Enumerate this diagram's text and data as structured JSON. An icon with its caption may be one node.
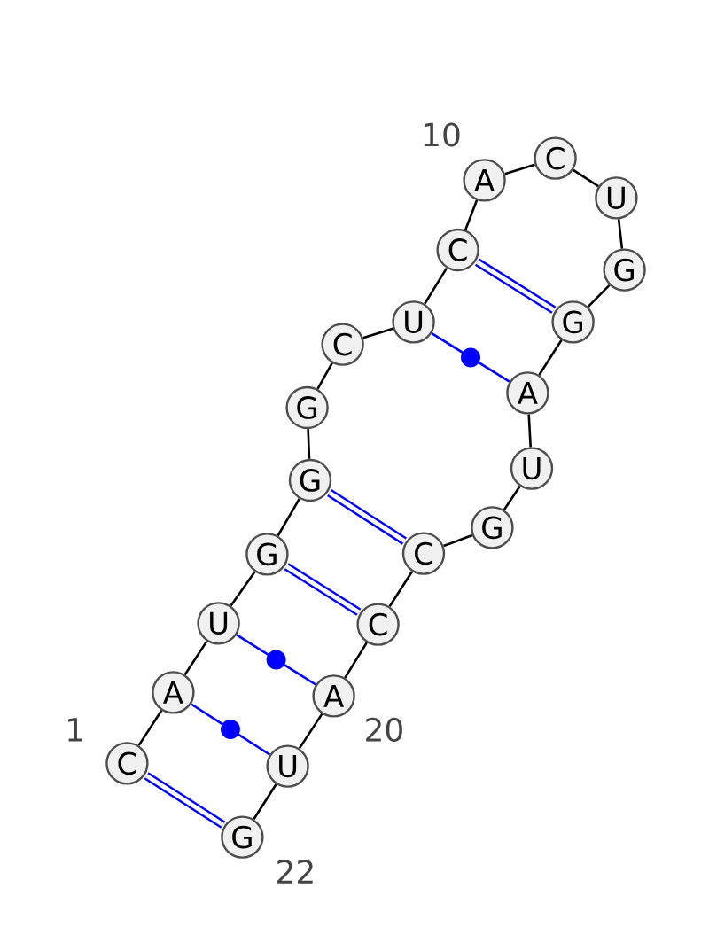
{
  "diagram": {
    "nodes": [
      {
        "text": [
          "C"
        ],
        "beside": [
          "1"
        ]
      },
      {
        "text": [
          "A"
        ]
      },
      {
        "text": [
          "U"
        ]
      },
      {
        "text": [
          "G"
        ]
      },
      {
        "text": [
          "G"
        ]
      },
      {
        "text": [
          "G"
        ]
      },
      {
        "text": [
          "C"
        ]
      },
      {
        "text": [
          "U"
        ]
      },
      {
        "text": [
          "C"
        ]
      },
      {
        "text": [
          "A"
        ],
        "beside": [
          "10"
        ]
      },
      {
        "text": [
          "C"
        ]
      },
      {
        "text": [
          "U"
        ]
      },
      {
        "text": [
          "G"
        ]
      },
      {
        "text": [
          "G"
        ]
      },
      {
        "text": [
          "A"
        ]
      },
      {
        "text": [
          "U"
        ]
      },
      {
        "text": [
          "G"
        ]
      },
      {
        "text": [
          "C"
        ]
      },
      {
        "text": [
          "C"
        ]
      },
      {
        "text": [
          "A"
        ],
        "beside": [
          "20"
        ]
      },
      {
        "text": [
          "U"
        ]
      },
      {
        "text": [
          "G"
        ],
        "beside": [
          "22"
        ]
      }
    ],
    "edges": [
      {
        "from": 0,
        "to": 1,
        "arrow": "none"
      },
      {
        "from": 1,
        "to": 2,
        "arrow": "none"
      },
      {
        "from": 2,
        "to": 3,
        "arrow": "none"
      },
      {
        "from": 3,
        "to": 4,
        "arrow": "none"
      },
      {
        "from": 4,
        "to": 5,
        "arrow": "none"
      },
      {
        "from": 5,
        "to": 6,
        "arrow": "none"
      },
      {
        "from": 6,
        "to": 7,
        "arrow": "none"
      },
      {
        "from": 7,
        "to": 8,
        "arrow": "none"
      },
      {
        "from": 8,
        "to": 9,
        "arrow": "none"
      },
      {
        "from": 9,
        "to": 10,
        "arrow": "none"
      },
      {
        "from": 10,
        "to": 11,
        "arrow": "none"
      },
      {
        "from": 11,
        "to": 12,
        "arrow": "none"
      },
      {
        "from": 12,
        "to": 13,
        "arrow": "none"
      },
      {
        "from": 13,
        "to": 14,
        "arrow": "none"
      },
      {
        "from": 14,
        "to": 15,
        "arrow": "none"
      },
      {
        "from": 15,
        "to": 16,
        "arrow": "none"
      },
      {
        "from": 16,
        "to": 17,
        "arrow": "none"
      },
      {
        "from": 17,
        "to": 18,
        "arrow": "none"
      },
      {
        "from": 18,
        "to": 19,
        "arrow": "none"
      },
      {
        "from": 19,
        "to": 20,
        "arrow": "none"
      },
      {
        "from": 20,
        "to": 21,
        "arrow": "none"
      },
      {
        "from": 0,
        "to": 21,
        "arrow": "none",
        "style": "thick",
        "color": "#0000ff"
      },
      {
        "from": 1,
        "to": 20,
        "arrow": "none",
        "color": "#0000ff"
      },
      {
        "from": 2,
        "to": 19,
        "arrow": "none",
        "color": "#0000ff"
      },
      {
        "from": 3,
        "to": 18,
        "arrow": "none",
        "style": "thick",
        "color": "#0000ff"
      },
      {
        "from": 4,
        "to": 17,
        "arrow": "none",
        "style": "thick",
        "color": "#0000ff"
      },
      {
        "from": 7,
        "to": 14,
        "arrow": "none",
        "color": "#0000ff"
      },
      {
        "from": 8,
        "to": 13,
        "arrow": "none",
        "style": "thick",
        "color": "#0000ff"
      }
    ]
  }
}
